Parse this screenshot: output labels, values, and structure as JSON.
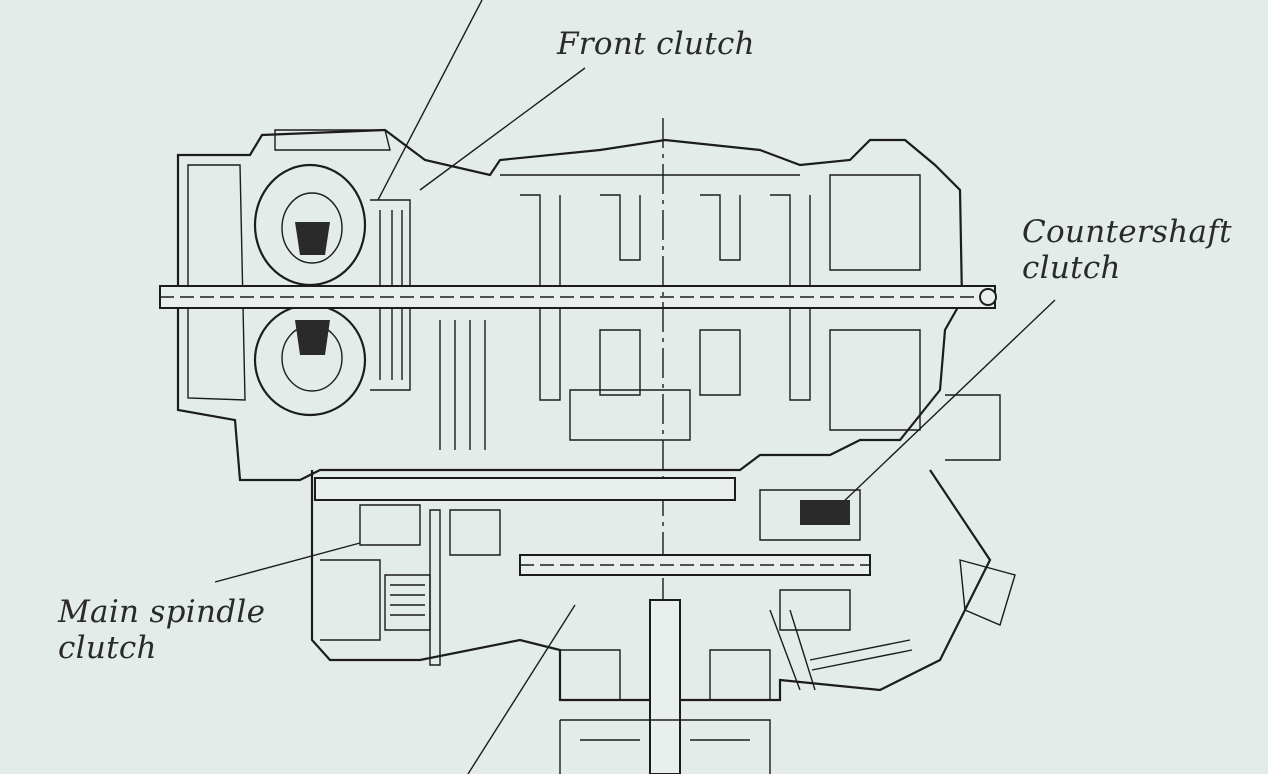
{
  "labels": {
    "front_clutch": "Front clutch",
    "countershaft_clutch": [
      "Countershaft",
      "clutch"
    ],
    "main_spindle_clutch": [
      "Main spindle",
      "clutch"
    ]
  },
  "colors": {
    "background": "#e4ecea",
    "ink": "#1c1c1c"
  }
}
